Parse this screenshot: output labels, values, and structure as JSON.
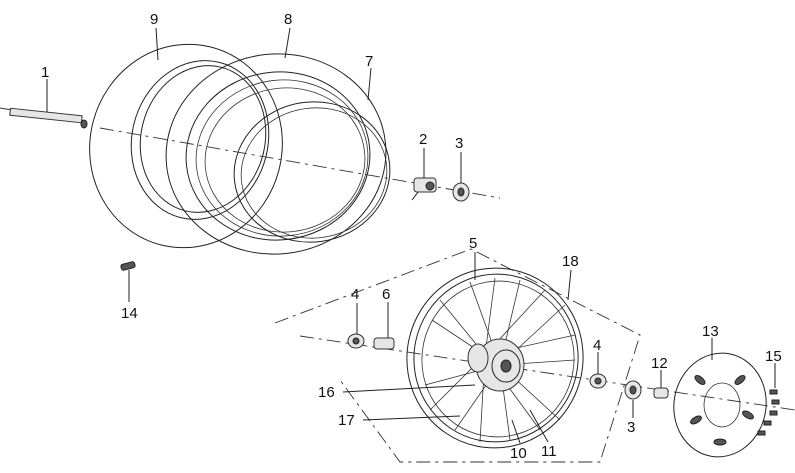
{
  "callouts": [
    {
      "id": "p1",
      "label": "1"
    },
    {
      "id": "p2",
      "label": "2"
    },
    {
      "id": "p3a",
      "label": "3"
    },
    {
      "id": "p3b",
      "label": "3"
    },
    {
      "id": "p4a",
      "label": "4"
    },
    {
      "id": "p4b",
      "label": "4"
    },
    {
      "id": "p5",
      "label": "5"
    },
    {
      "id": "p6",
      "label": "6"
    },
    {
      "id": "p7",
      "label": "7"
    },
    {
      "id": "p8",
      "label": "8"
    },
    {
      "id": "p9",
      "label": "9"
    },
    {
      "id": "p10",
      "label": "10"
    },
    {
      "id": "p11",
      "label": "11"
    },
    {
      "id": "p12",
      "label": "12"
    },
    {
      "id": "p13",
      "label": "13"
    },
    {
      "id": "p14",
      "label": "14"
    },
    {
      "id": "p15",
      "label": "15"
    },
    {
      "id": "p16",
      "label": "16"
    },
    {
      "id": "p17",
      "label": "17"
    },
    {
      "id": "p18",
      "label": "18"
    }
  ]
}
